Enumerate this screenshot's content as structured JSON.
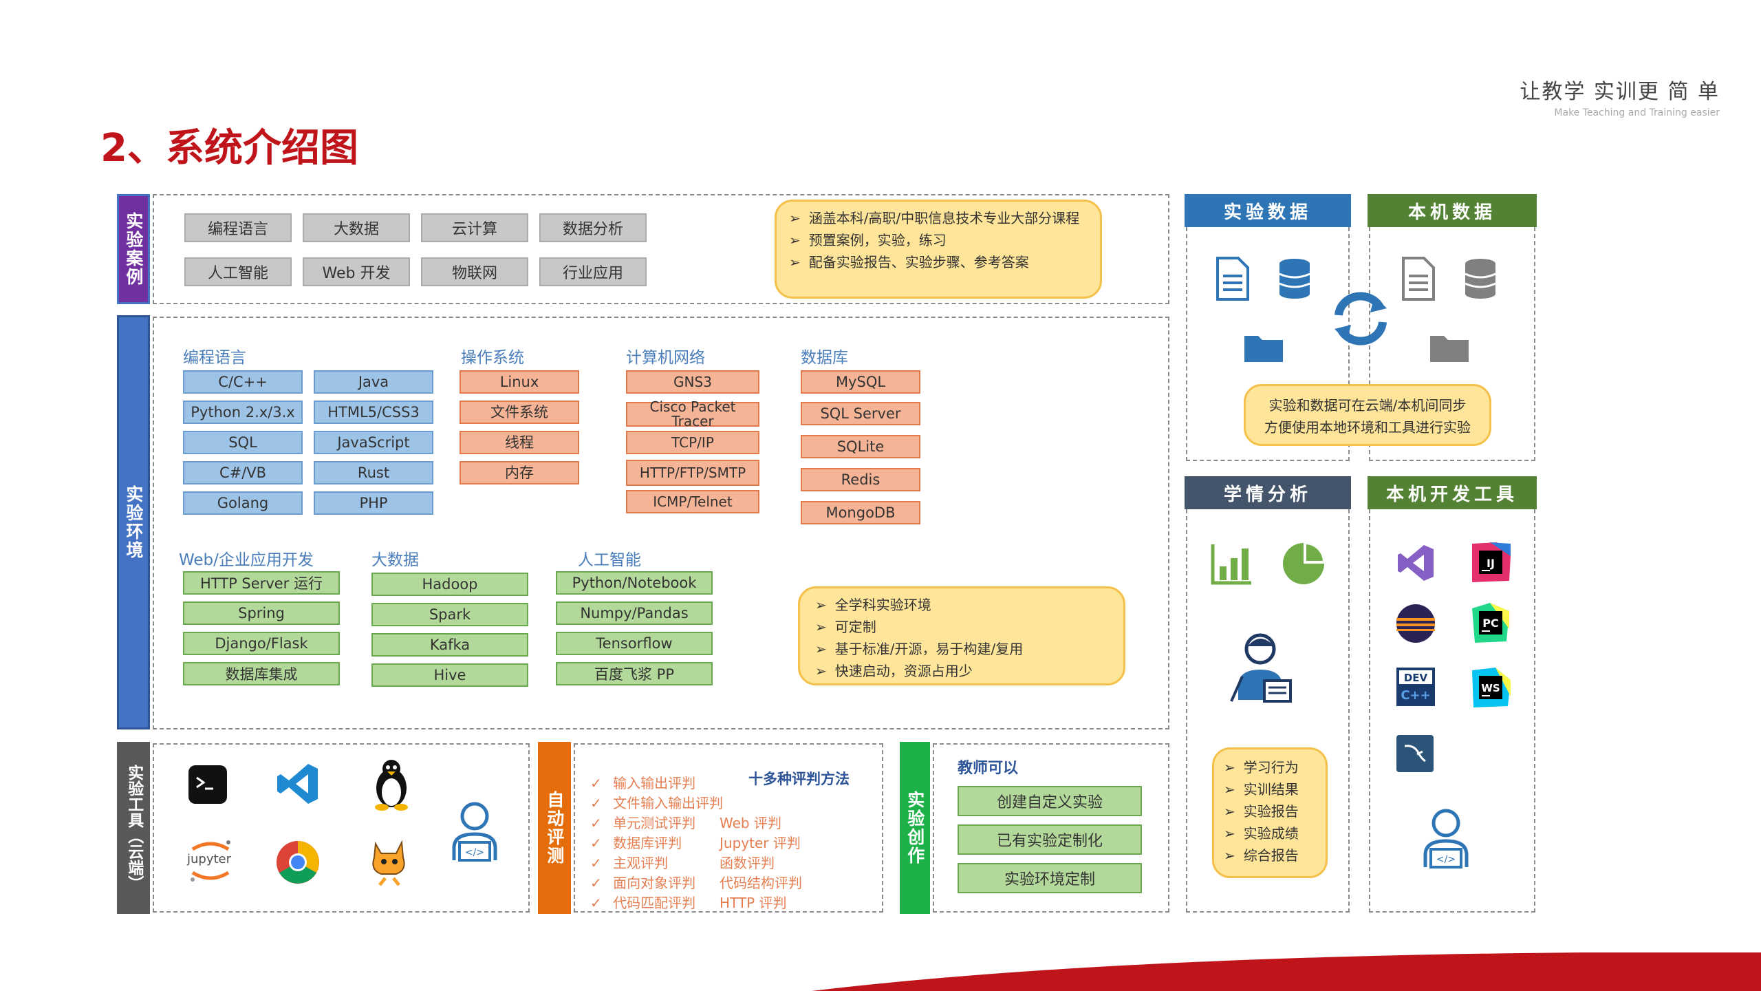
{
  "header": {
    "slogan": "让教学 实训更 简 单",
    "slogan_en": "Make Teaching and Training easier",
    "title": "2、系统介绍图"
  },
  "case": {
    "label": "实验案例",
    "items": [
      "编程语言",
      "大数据",
      "云计算",
      "数据分析",
      "人工智能",
      "Web 开发",
      "物联网",
      "行业应用"
    ],
    "notes": [
      "涵盖本科/高职/中职信息技术专业大部分课程",
      "预置案例，实验，练习",
      "配备实验报告、实验步骤、参考答案"
    ]
  },
  "env": {
    "label": "实验环境",
    "prog": {
      "title": "编程语言",
      "col1": [
        "C/C++",
        "Python 2.x/3.x",
        "SQL",
        "C#/VB",
        "Golang"
      ],
      "col2": [
        "Java",
        "HTML5/CSS3",
        "JavaScript",
        "Rust",
        "PHP"
      ]
    },
    "os": {
      "title": "操作系统",
      "items": [
        "Linux",
        "文件系统",
        "线程",
        "内存"
      ]
    },
    "net": {
      "title": "计算机网络",
      "items": [
        "GNS3",
        "Cisco Packet Tracer",
        "TCP/IP",
        "HTTP/FTP/SMTP",
        "ICMP/Telnet"
      ]
    },
    "db": {
      "title": "数据库",
      "items": [
        "MySQL",
        "SQL Server",
        "SQLite",
        "Redis",
        "MongoDB"
      ]
    },
    "web": {
      "title": "Web/企业应用开发",
      "items": [
        "HTTP Server 运行",
        "Spring",
        "Django/Flask",
        "数据库集成"
      ]
    },
    "bigdata": {
      "title": "大数据",
      "items": [
        "Hadoop",
        "Spark",
        "Kafka",
        "Hive"
      ]
    },
    "ai": {
      "title": "人工智能",
      "items": [
        "Python/Notebook",
        "Numpy/Pandas",
        "Tensorflow",
        "百度飞浆 PP"
      ]
    },
    "notes": [
      "全学科实验环境",
      "可定制",
      "基于标准/开源，易于构建/复用",
      "快速启动，资源占用少"
    ]
  },
  "tools": {
    "label": "实验工具（云端）",
    "icons": [
      "terminal-icon",
      "vscode-icon",
      "linux-tux-icon",
      "jupyter-icon",
      "chrome-icon",
      "scratch-cat-icon",
      "developer-icon"
    ],
    "jupyter_text": "jupyter"
  },
  "judge": {
    "label": "自动评测",
    "heading": "十多种评判方法",
    "col1": [
      "输入输出评判",
      "文件输入输出评判",
      "单元测试评判",
      "数据库评判",
      "主观评判",
      "面向对象评判",
      "代码匹配评判"
    ],
    "col2": [
      "Web 评判",
      "Jupyter 评判",
      "函数评判",
      "代码结构评判",
      "HTTP 评判"
    ]
  },
  "create": {
    "label": "实验创作",
    "heading": "教师可以",
    "items": [
      "创建自定义实验",
      "已有实验定制化",
      "实验环境定制"
    ]
  },
  "panels": {
    "exp_data": {
      "title": "实验数据",
      "color": "#2e75b6"
    },
    "local_data": {
      "title": "本机数据",
      "color": "#548235"
    },
    "sync_note": [
      "实验和数据可在云端/本机间同步",
      "方便使用本地环境和工具进行实验"
    ],
    "analysis": {
      "title": "学情分析",
      "color": "#44546a",
      "items": [
        "学习行为",
        "实训结果",
        "实验报告",
        "实验成绩",
        "综合报告"
      ]
    },
    "devtools": {
      "title": "本机开发工具",
      "color": "#548235"
    }
  },
  "colors": {
    "red": "#c0141b",
    "purple": "#7030a0",
    "blue": "#4472c4",
    "orange": "#e46c0a",
    "green": "#1eb14a"
  }
}
